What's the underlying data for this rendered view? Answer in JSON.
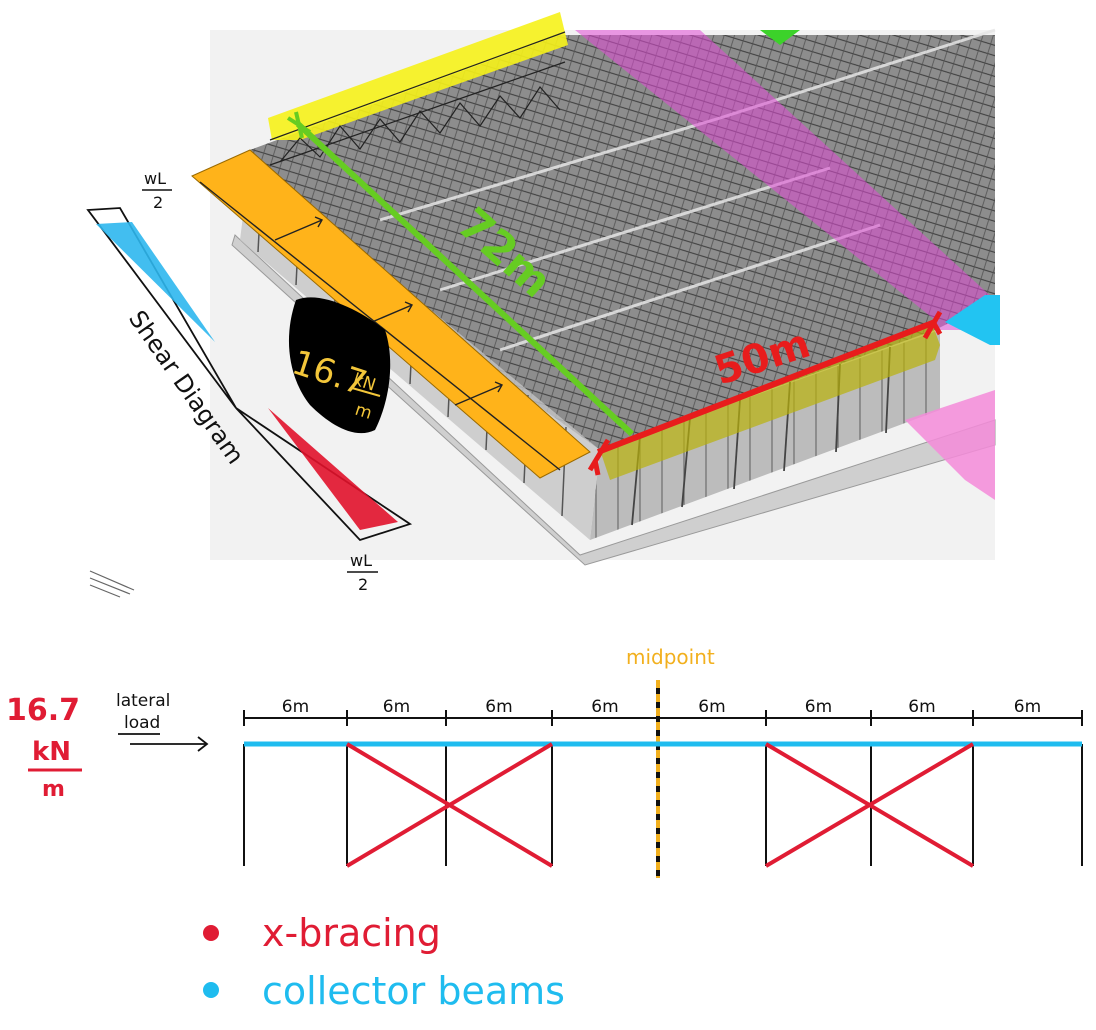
{
  "top_panel": {
    "shear_diagram": {
      "title": "Shear Diagram",
      "top_label_num": "wL",
      "top_label_den": "2",
      "bottom_label_num": "wL",
      "bottom_label_den": "2"
    },
    "load_badge": {
      "value": "16.7",
      "unit_num": "kN",
      "unit_den": "m"
    },
    "dimension_long": "72m",
    "dimension_short": "50m",
    "colors": {
      "load_strip": "#ffb31a",
      "long_dim": "#66cc22",
      "short_dim": "#e81c1c",
      "highlight_yellow": "#f6f21a",
      "magenta_band": "#e04bd6",
      "cyan_block": "#22c4f2",
      "positive_shear": "#2db7ee",
      "negative_shear": "#e1122b"
    }
  },
  "elevation": {
    "load_value": "16.7",
    "load_unit_num": "kN",
    "load_unit_den": "m",
    "load_label_line1": "lateral",
    "load_label_line2": "load",
    "midpoint_label": "midpoint",
    "bay_labels": [
      "6m",
      "6m",
      "6m",
      "6m",
      "6m",
      "6m",
      "6m",
      "6m"
    ],
    "braced_bays": [
      [
        1,
        3
      ],
      [
        5,
        7
      ]
    ],
    "colors": {
      "collector": "#1fbcef",
      "bracing": "#e01c34",
      "midpoint": "#f2b01e"
    }
  },
  "legend": [
    {
      "label": "x-bracing",
      "color": "#e01c34"
    },
    {
      "label": "collector beams",
      "color": "#1fbcef"
    }
  ]
}
